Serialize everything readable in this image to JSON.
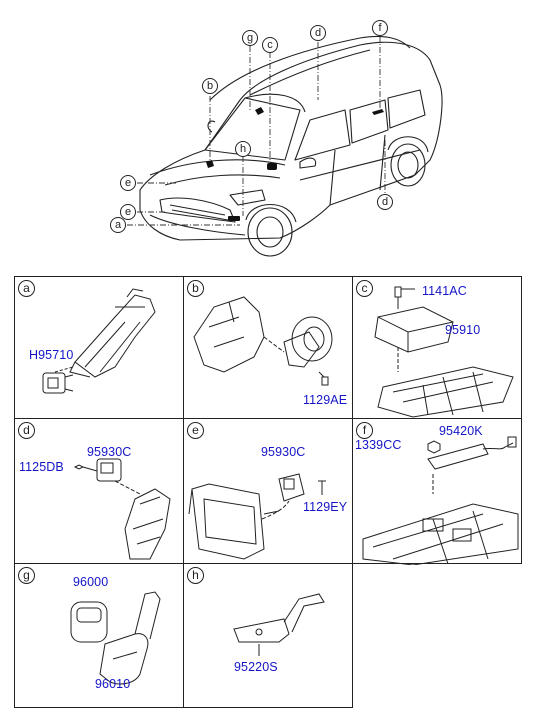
{
  "vehicle_callouts": [
    "a",
    "b",
    "c",
    "d",
    "d",
    "e",
    "e",
    "f",
    "g",
    "h"
  ],
  "panels": [
    {
      "letter": "a",
      "parts": [
        "H95710"
      ]
    },
    {
      "letter": "b",
      "parts": [
        "1129AE"
      ]
    },
    {
      "letter": "c",
      "parts": [
        "1141AC",
        "95910"
      ]
    },
    {
      "letter": "d",
      "parts": [
        "95930C",
        "1125DB"
      ]
    },
    {
      "letter": "e",
      "parts": [
        "95930C",
        "1129EY"
      ]
    },
    {
      "letter": "f",
      "parts": [
        "1339CC",
        "95420K"
      ]
    },
    {
      "letter": "g",
      "parts": [
        "96000",
        "96010"
      ]
    },
    {
      "letter": "h",
      "parts": [
        "95220S"
      ]
    }
  ],
  "colors": {
    "line": "#222222",
    "part_number": "#1515c8"
  }
}
